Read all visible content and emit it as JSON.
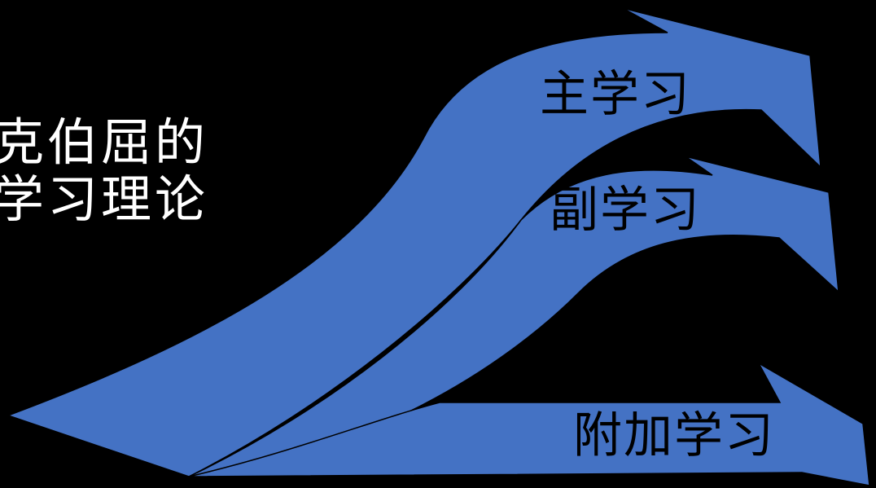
{
  "title": {
    "line1": "克伯屈的",
    "line2": "学习理论"
  },
  "arrows": [
    {
      "label": "主学习"
    },
    {
      "label": "副学习"
    },
    {
      "label": "附加学习"
    }
  ],
  "colors": {
    "background": "#000000",
    "arrow_fill": "#4472C4",
    "arrow_stroke": "#000000",
    "title_text": "#ffffff",
    "label_text": "#000000"
  }
}
